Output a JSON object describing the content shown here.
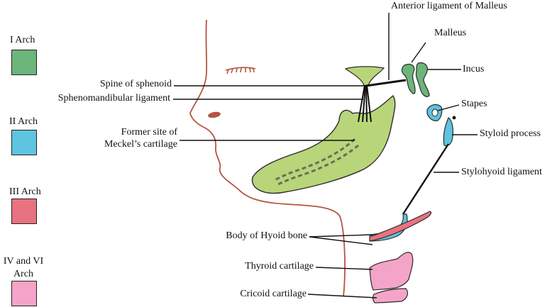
{
  "legend": {
    "items": [
      {
        "label": "I Arch",
        "color": "#6cb57b"
      },
      {
        "label": "II Arch",
        "color": "#5ec4df"
      },
      {
        "label": "III Arch",
        "color": "#e8727f"
      },
      {
        "label": "IV and VI Arch",
        "color": "#f4a4c8"
      }
    ]
  },
  "labels": {
    "anterior_ligament": "Anterior ligament of Malleus",
    "malleus": "Malleus",
    "incus": "Incus",
    "stapes": "Stapes",
    "styloid_process": "Styloid process",
    "stylohyoid_ligament": "Stylohyoid ligament",
    "spine_of_sphenoid": "Spine of sphenoid",
    "sphenomandibular_ligament": "Sphenomandibular ligament",
    "former_site_line1": "Former site of",
    "former_site_line2": "Meckel’s cartilage",
    "body_of_hyoid": "Body of Hyoid bone",
    "thyroid_cartilage": "Thyroid cartilage",
    "cricoid_cartilage": "Cricoid cartilage"
  },
  "colors": {
    "face_outline": "#b5553f",
    "line": "#111111"
  }
}
